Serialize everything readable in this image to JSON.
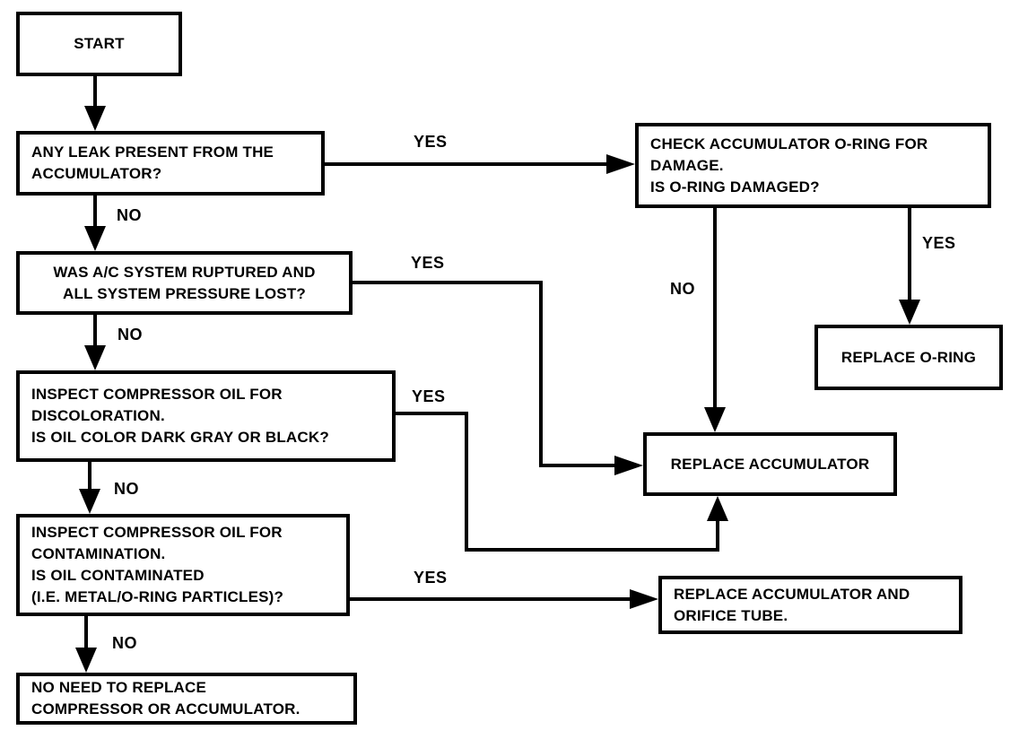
{
  "flowchart": {
    "background_color": "#ffffff",
    "line_color": "#000000",
    "nodes": {
      "start": {
        "text": "START",
        "type": "terminal"
      },
      "q_leak": {
        "text": "ANY LEAK PRESENT FROM THE\nACCUMULATOR?",
        "type": "decision"
      },
      "q_rupture": {
        "text": "WAS A/C SYSTEM RUPTURED AND\nALL SYSTEM PRESSURE LOST?",
        "type": "decision"
      },
      "q_discoloration": {
        "text": "INSPECT COMPRESSOR OIL FOR\nDISCOLORATION.\nIS OIL COLOR DARK GRAY OR BLACK?",
        "type": "decision"
      },
      "q_contamination": {
        "text": "INSPECT COMPRESSOR OIL FOR\nCONTAMINATION.\nIS OIL CONTAMINATED\n(I.E. METAL/O-RING PARTICLES)?",
        "type": "decision"
      },
      "end_ok": {
        "text": "NO NEED TO REPLACE\nCOMPRESSOR OR ACCUMULATOR.",
        "type": "action"
      },
      "q_oring": {
        "text": "CHECK ACCUMULATOR O-RING FOR\nDAMAGE.\nIS O-RING DAMAGED?",
        "type": "decision"
      },
      "replace_oring": {
        "text": "REPLACE O-RING",
        "type": "action"
      },
      "replace_accumulator": {
        "text": "REPLACE ACCUMULATOR",
        "type": "action"
      },
      "replace_acc_orifice": {
        "text": "REPLACE ACCUMULATOR AND\nORIFICE TUBE.",
        "type": "action"
      }
    },
    "edges": [
      {
        "from": "start",
        "to": "q_leak",
        "label": ""
      },
      {
        "from": "q_leak",
        "to": "q_oring",
        "label": "YES"
      },
      {
        "from": "q_leak",
        "to": "q_rupture",
        "label": "NO"
      },
      {
        "from": "q_oring",
        "to": "replace_oring",
        "label": "YES"
      },
      {
        "from": "q_oring",
        "to": "replace_accumulator",
        "label": "NO"
      },
      {
        "from": "q_rupture",
        "to": "replace_accumulator",
        "label": "YES"
      },
      {
        "from": "q_rupture",
        "to": "q_discoloration",
        "label": "NO"
      },
      {
        "from": "q_discoloration",
        "to": "replace_accumulator",
        "label": "YES"
      },
      {
        "from": "q_discoloration",
        "to": "q_contamination",
        "label": "NO"
      },
      {
        "from": "q_contamination",
        "to": "replace_acc_orifice",
        "label": "YES"
      },
      {
        "from": "q_contamination",
        "to": "end_ok",
        "label": "NO"
      }
    ]
  }
}
